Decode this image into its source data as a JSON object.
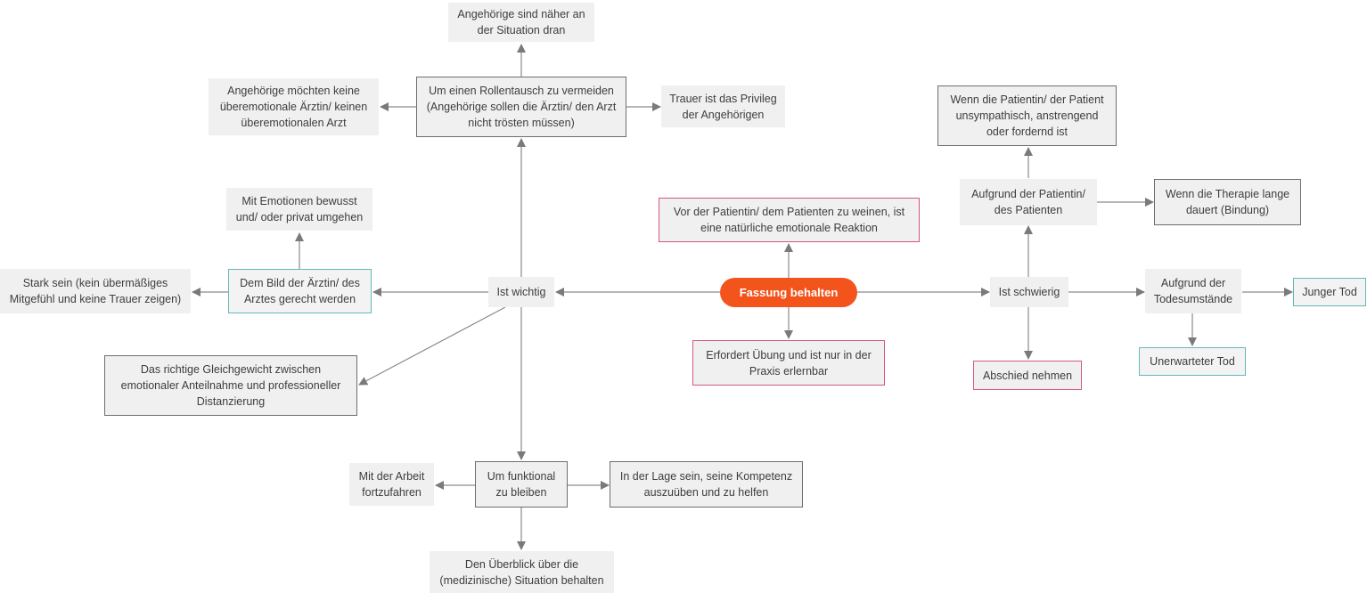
{
  "nodes": {
    "center": "Fassung behalten",
    "ist_wichtig": "Ist wichtig",
    "ist_schwierig": "Ist schwierig",
    "rollentausch": "Um einen Rollentausch zu vermeiden (Angehörige sollen die Ärztin/ den Arzt nicht trösten müssen)",
    "angehoerige_naeher": "Angehörige sind näher an der Situation dran",
    "angehoerige_keine": "Angehörige möchten keine überemotionale Ärztin/ keinen überemotionalen Arzt",
    "trauer_privileg": "Trauer ist das Privileg der Angehörigen",
    "mit_emotionen": "Mit Emotionen bewusst und/ oder privat umgehen",
    "bild_arzt": "Dem Bild der Ärztin/ des Arztes gerecht werden",
    "stark_sein": "Stark sein (kein übermäßiges Mitgefühl und keine Trauer zeigen)",
    "gleichgewicht": "Das richtige Gleichgewicht zwischen emotionaler Anteilnahme und professioneller Distanzierung",
    "funktional": "Um funktional zu bleiben",
    "arbeit": "Mit der Arbeit fortzufahren",
    "kompetenz": "In der Lage sein, seine Kompetenz auszuüben und zu helfen",
    "ueberblick": "Den Überblick über die (medizinische) Situation behalten",
    "weinen": "Vor der Patientin/ dem Patienten zu weinen, ist eine natürliche emotionale Reaktion",
    "uebung": "Erfordert Übung und ist nur in der Praxis erlernbar",
    "aufgrund_patient": "Aufgrund der Patientin/ des Patienten",
    "unsympathisch": "Wenn die Patientin/ der Patient unsympathisch, anstrengend oder fordernd ist",
    "therapie": "Wenn die Therapie lange dauert (Bindung)",
    "todesumstaende": "Aufgrund der Todesumstände",
    "junger_tod": "Junger Tod",
    "unerwarteter_tod": "Unerwarteter Tod",
    "abschied": "Abschied nehmen"
  },
  "colors": {
    "center_fill": "#f2541b",
    "node_fill": "#f0f0f0",
    "border_dark": "#6e6e6e",
    "border_pink": "#d6587a",
    "border_teal": "#66b8b8",
    "edge": "#7a7a7a"
  }
}
